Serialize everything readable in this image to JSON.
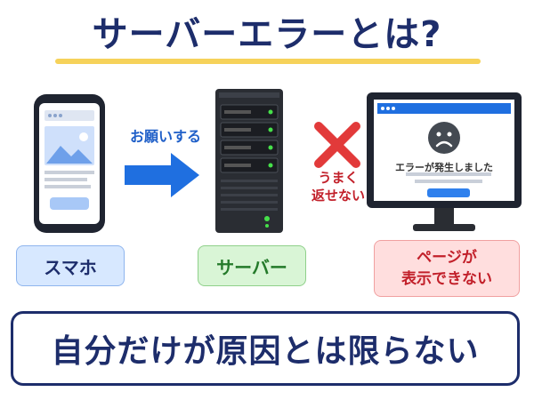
{
  "title": "サーバーエラーとは?",
  "labels": {
    "phone": "スマホ",
    "server": "サーバー",
    "error_line1": "ページが",
    "error_line2": "表示できない"
  },
  "arrow_text": "お願いする",
  "fail_text": "うまく\n返せない",
  "monitor_message": "エラーが発生しました",
  "bottom_message": "自分だけが原因とは限らない",
  "icons": [
    "smartphone-icon",
    "arrow-right-icon",
    "server-icon",
    "cross-icon",
    "monitor-icon",
    "sad-face-icon"
  ],
  "colors": {
    "title": "#1d2d6b",
    "underline": "#f6d25a",
    "arrow": "#1f6fe0",
    "cross": "#e23a3a",
    "phone_label_bg": "#d7e8ff",
    "server_label_bg": "#d9f5d6",
    "error_label_bg": "#ffdede"
  }
}
